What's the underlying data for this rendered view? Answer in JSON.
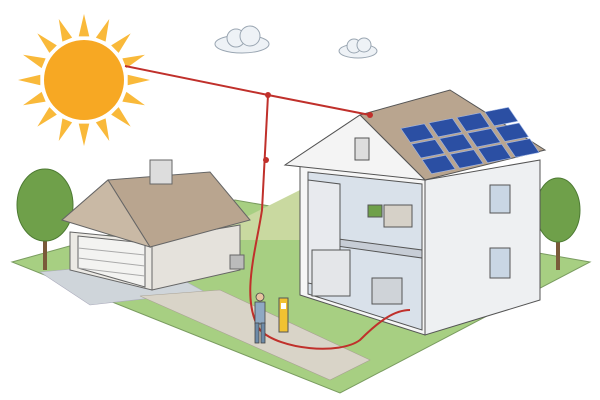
{
  "scene": {
    "elements": [
      "sun-icon",
      "cloud-icon",
      "cloud-icon",
      "garage",
      "house",
      "solar-panel",
      "tree-icon",
      "tree-icon",
      "person-icon",
      "power-meter",
      "power-cable"
    ],
    "colors": {
      "sun": "#f7a823",
      "sun_rays": "#f9b93a",
      "grass": "#a7cf82",
      "path": "#d9d4c8",
      "roof": "#b9a58f",
      "wall": "#eceff2",
      "panel": "#2b4fa3",
      "cable": "#c0302b",
      "tree": "#6fa04a",
      "trunk": "#7a5a3a"
    }
  }
}
